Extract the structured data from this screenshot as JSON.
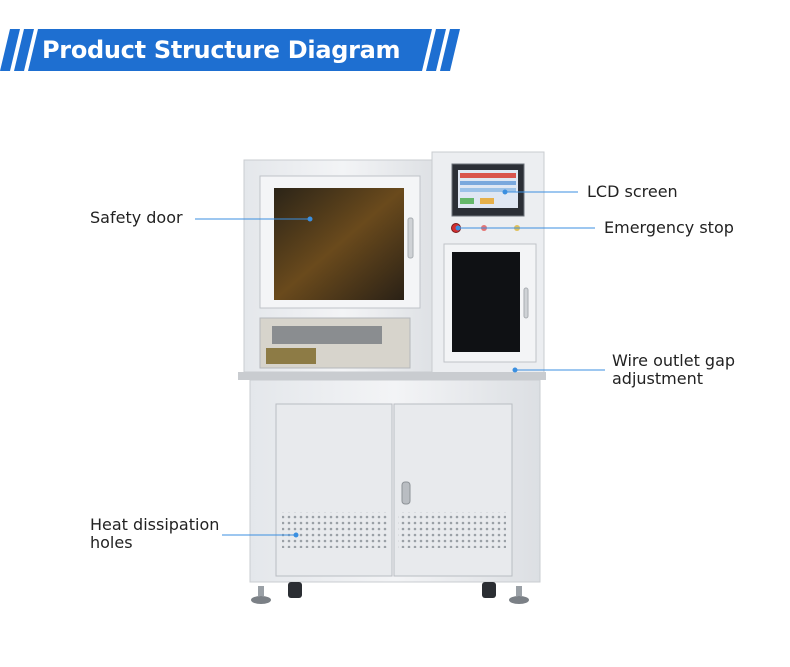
{
  "banner": {
    "title": "Product Structure Diagram",
    "color": "#1e6fd1"
  },
  "labels": {
    "safety_door": "Safety door",
    "lcd_screen": "LCD screen",
    "emergency_stop": "Emergency stop",
    "wire_outlet_line1": "Wire outlet gap",
    "wire_outlet_line2": "adjustment",
    "heat_line1": "Heat dissipation",
    "heat_line2": "holes"
  },
  "colors": {
    "leader_line": "#3b8fe0",
    "machine_body": "#eef0f3",
    "light_strip": "#f5a623"
  }
}
